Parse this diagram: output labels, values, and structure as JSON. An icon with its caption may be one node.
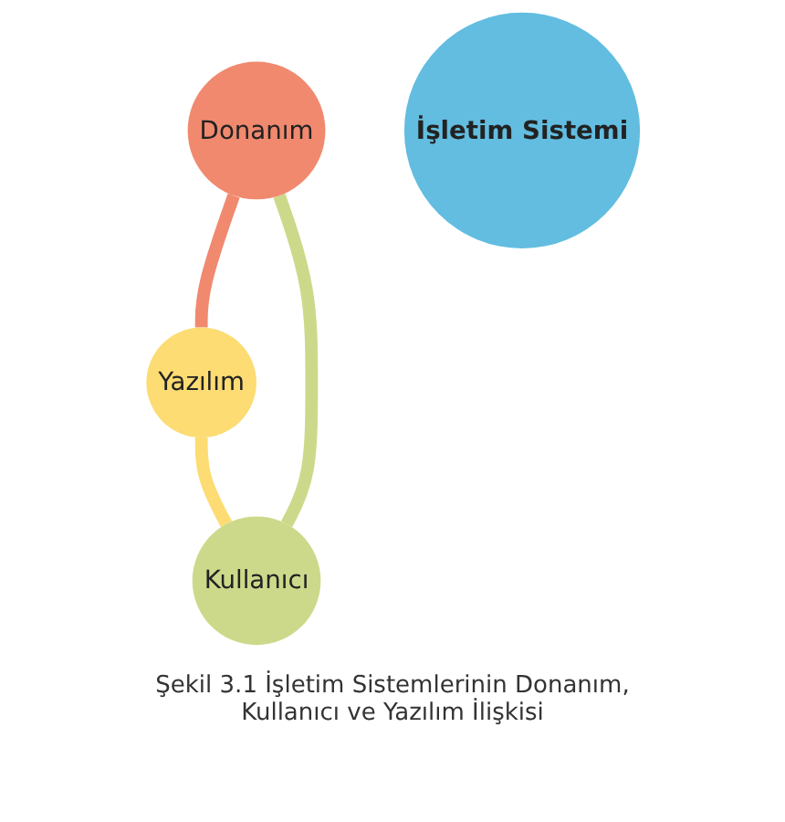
{
  "diagram": {
    "caption": "Şekil 3.1 İşletim Sistemlerinin Donanım, Kullanıcı ve Yazılım İlişkisi",
    "nodes": [
      {
        "text": [
          "Donanım"
        ]
      },
      {
        "text": [
          "Kullanıcı"
        ]
      },
      {
        "text": [
          "İşletim Sistemi"
        ]
      },
      {
        "text": [
          "Yazılım"
        ]
      }
    ],
    "edges": [
      {
        "from": 0,
        "to": 3,
        "arrow": "none",
        "color": "#f0896e"
      },
      {
        "from": 3,
        "to": 1,
        "arrow": "none",
        "color": "#fcdc73"
      },
      {
        "from": 1,
        "to": 0,
        "arrow": "none",
        "color": "#cdd98a"
      }
    ]
  }
}
